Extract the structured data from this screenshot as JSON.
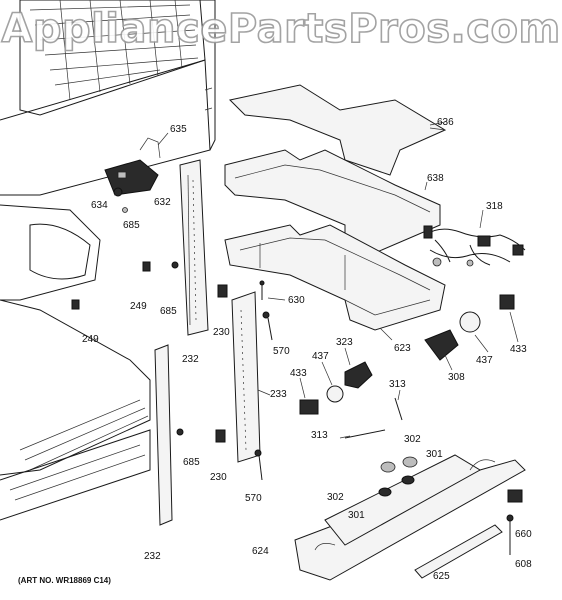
{
  "watermark": "AppliancePartsPros.com",
  "art_number": "(ART NO. WR18869 C14)",
  "callouts": {
    "c636": "636",
    "c635": "635",
    "c638": "638",
    "c632": "632",
    "c634": "634",
    "c685a": "685",
    "c318": "318",
    "c249a": "249",
    "c685b": "685",
    "c630": "630",
    "c230a": "230",
    "c570a": "570",
    "c249b": "249",
    "c623": "623",
    "c323": "323",
    "c437a": "437",
    "c433a": "433",
    "c308": "308",
    "c437b": "437",
    "c433b": "433",
    "c232a": "232",
    "c313a": "313",
    "c233": "233",
    "c313b": "313",
    "c302a": "302",
    "c301a": "301",
    "c685c": "685",
    "c230b": "230",
    "c302b": "302",
    "c301b": "301",
    "c570b": "570",
    "c232b": "232",
    "c660": "660",
    "c624": "624",
    "c608": "608",
    "c625": "625"
  }
}
